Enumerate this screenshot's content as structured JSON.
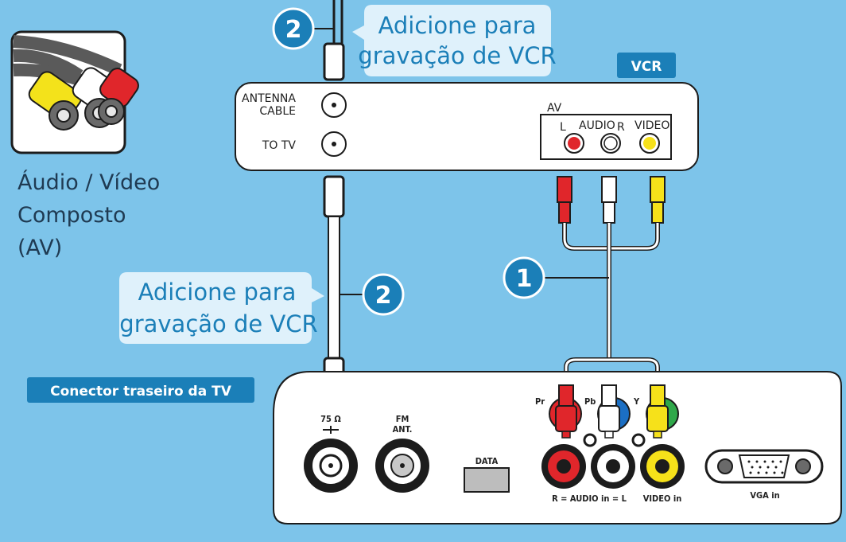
{
  "av_cable_caption": [
    "Áudio / Vídeo",
    "Composto",
    "(AV)"
  ],
  "callout_top": {
    "number": "2",
    "lines": [
      "Adicione para",
      "gravação de VCR"
    ]
  },
  "callout_left": {
    "number": "2",
    "lines": [
      "Adicione para",
      "gravação de VCR"
    ]
  },
  "step_one": {
    "number": "1"
  },
  "vcr": {
    "badge": "VCR",
    "antenna_label": [
      "ANTENNA",
      "CABLE"
    ],
    "totv_label": "TO TV",
    "av_label": "AV",
    "audio_label": "AUDIO",
    "l_label": "L",
    "r_label": "R",
    "video_label": "VIDEO"
  },
  "tv": {
    "badge": "Conector traseiro da TV",
    "ohm_label": "75 Ω",
    "fm_label": [
      "FM",
      "ANT."
    ],
    "data_label": "DATA",
    "pr_label": "Pr",
    "pb_label": "Pb",
    "y_label": "Y",
    "audio_in_label": "R = AUDIO in = L",
    "video_in_label": "VIDEO in",
    "vga_label": "VGA in"
  },
  "colors": {
    "background": "#7dc4ea",
    "accent": "#1b7fb8",
    "plug_red": "#e0262b",
    "plug_yellow": "#f6e11a",
    "plug_white": "#ffffff"
  }
}
